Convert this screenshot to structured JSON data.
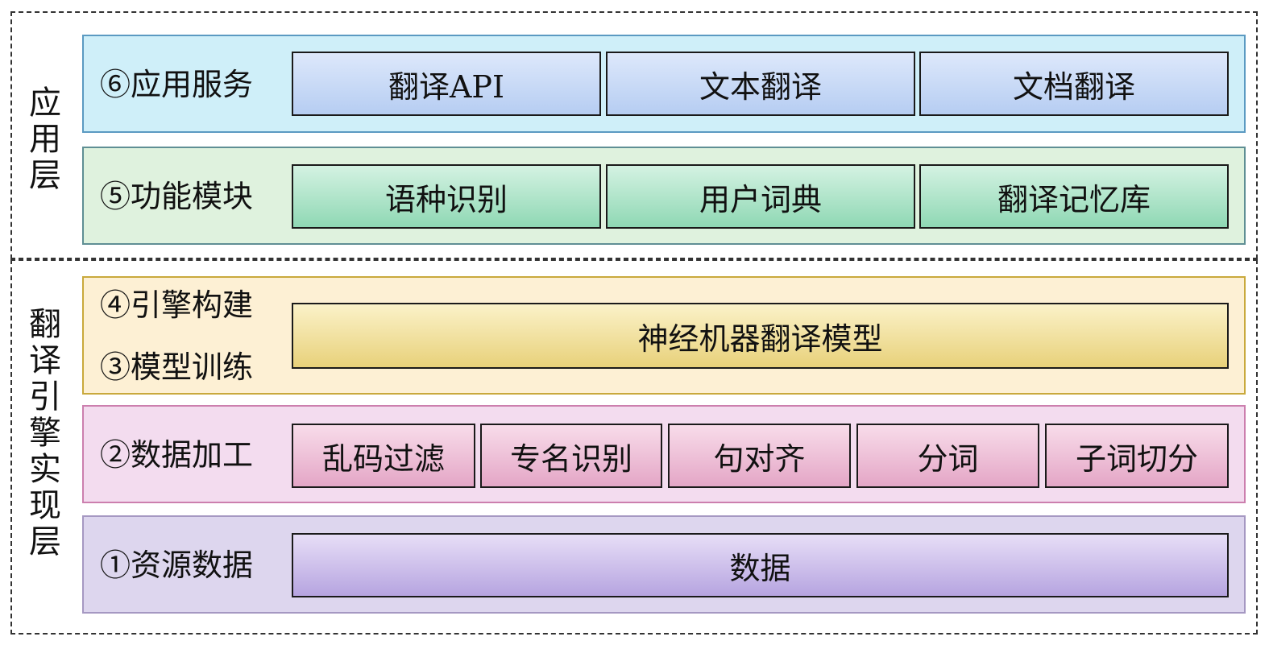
{
  "groups": {
    "app": {
      "label": [
        "应",
        "用",
        "层"
      ]
    },
    "engine": {
      "label": [
        "翻",
        "译",
        "引",
        "擎",
        "实",
        "现",
        "层"
      ]
    }
  },
  "layers": {
    "service": {
      "label": "⑥应用服务",
      "items": [
        "翻译API",
        "文本翻译",
        "文档翻译"
      ]
    },
    "function": {
      "label": "⑤功能模块",
      "items": [
        "语种识别",
        "用户词典",
        "翻译记忆库"
      ]
    },
    "engine": {
      "label_build": "④引擎构建",
      "label_train": "③模型训练",
      "items": [
        "神经机器翻译模型"
      ]
    },
    "processing": {
      "label": "②数据加工",
      "items": [
        "乱码过滤",
        "专名识别",
        "句对齐",
        "分词",
        "子词切分"
      ]
    },
    "resource": {
      "label": "①资源数据",
      "items": [
        "数据"
      ]
    }
  },
  "colors": {
    "service": "#cfeff9",
    "function": "#dff2de",
    "engine": "#fdf0d4",
    "processing": "#f3dcef",
    "resource": "#ddd6ee",
    "dashed_border": "#333333"
  }
}
